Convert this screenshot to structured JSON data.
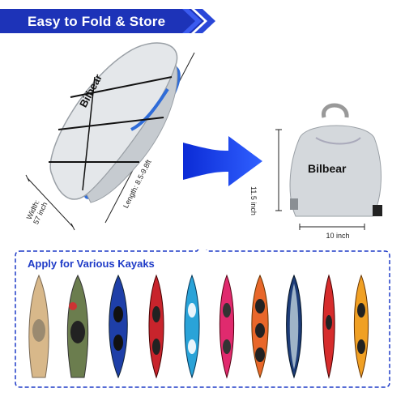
{
  "banner": {
    "label": "Easy to Fold & Store"
  },
  "cover": {
    "brand": "Bilbear",
    "length_label": "Length: 8.5-9.8ft",
    "width_label_1": "Width:",
    "width_label_2": "57 inch"
  },
  "bag": {
    "brand": "Bilbear",
    "height_label": "11.5 inch",
    "width_label": "10 inch"
  },
  "applications": {
    "title": "Apply for Various Kayaks"
  },
  "colors": {
    "accent_blue": "#1f3bc7",
    "banner_dark": "#13287c"
  }
}
